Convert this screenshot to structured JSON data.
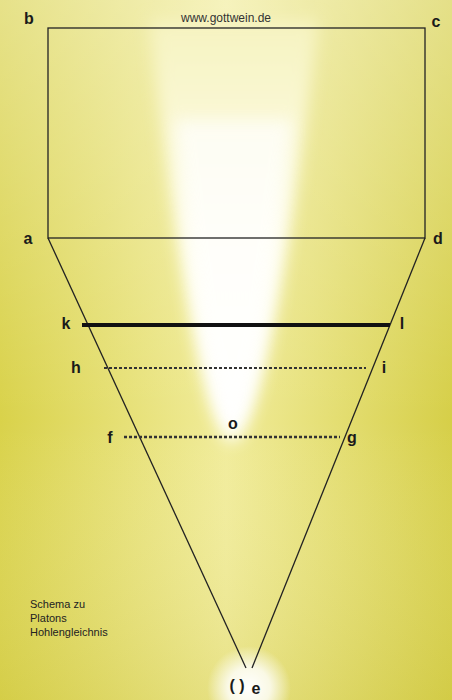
{
  "diagram": {
    "caption": "Schema zu Platons Hohlengleichnis",
    "labels": [
      "www.gottwein.de",
      "b",
      "c",
      "a",
      "d",
      "k",
      "l",
      "h",
      "i",
      "o",
      "f",
      "g",
      "( )",
      "e"
    ]
  }
}
